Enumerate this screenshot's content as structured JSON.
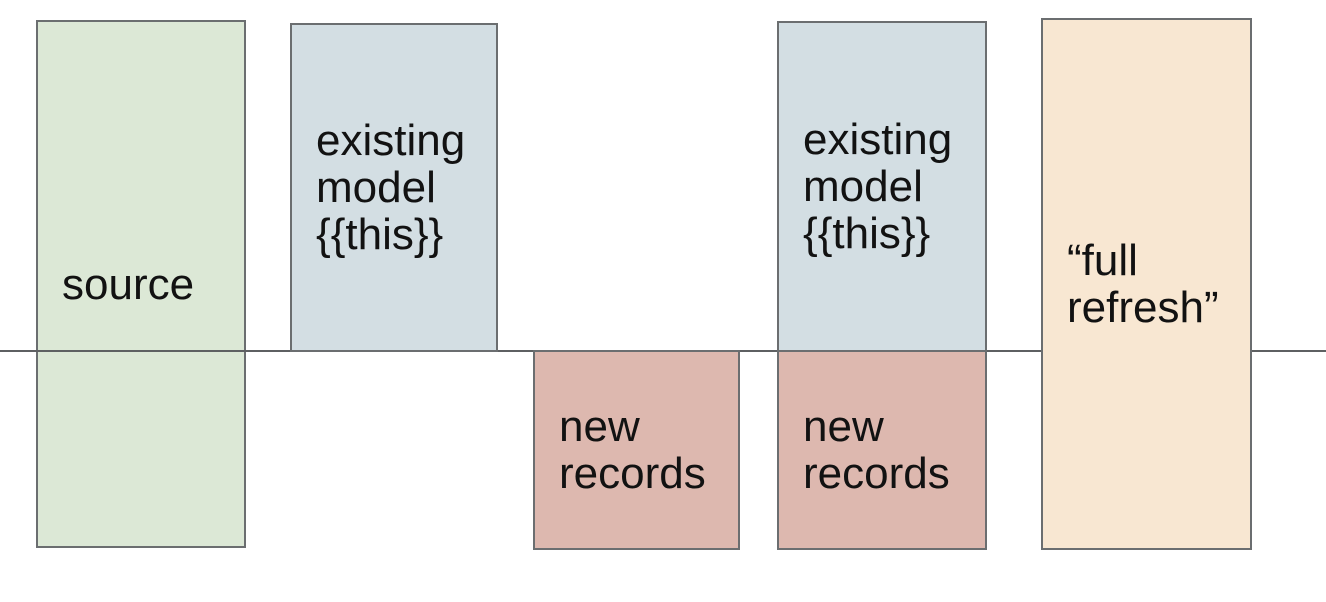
{
  "diagram": {
    "description": "incremental model boxes split by a timeline",
    "background_color": "#ffffff",
    "baseline_color": "#5e6062",
    "box_border_color": "#6b6e70",
    "text_color": "#121212",
    "boxes": [
      {
        "id": "source",
        "label": "source",
        "fill": "#dce8d6",
        "spans_line": true
      },
      {
        "id": "existing-model-1",
        "label": "existing\nmodel\n{{this}}",
        "fill": "#d3dee3",
        "spans_line": false
      },
      {
        "id": "new-records-1",
        "label": "new\nrecords",
        "fill": "#ddb8af",
        "spans_line": false
      },
      {
        "id": "existing-model-2",
        "label": "existing\nmodel\n{{this}}",
        "fill": "#d3dee3",
        "spans_line": false
      },
      {
        "id": "new-records-2",
        "label": "new\nrecords",
        "fill": "#ddb8af",
        "spans_line": false
      },
      {
        "id": "full-refresh",
        "label": "“full\nrefresh”",
        "fill": "#f8e7d2",
        "spans_line": true
      }
    ]
  }
}
